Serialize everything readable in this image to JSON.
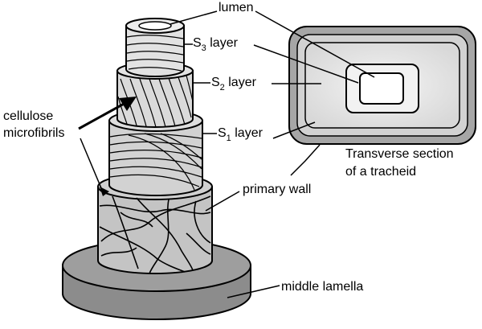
{
  "labels": {
    "lumen": "lumen",
    "s3_main": "S",
    "s3_sub": "3",
    "s3_rest": " layer",
    "s2_main": "S",
    "s2_sub": "2",
    "s2_rest": " layer",
    "s1_main": "S",
    "s1_sub": "1",
    "s1_rest": " layer",
    "cellulose_line1": "cellulose",
    "cellulose_line2": "microfibrils",
    "primary_wall": "primary wall",
    "middle_lamella": "middle lamella",
    "transverse_line1": "Transverse section",
    "transverse_line2": "of a tracheid"
  },
  "colors": {
    "stroke": "#000000",
    "middle_lamella": "#9a9a9a",
    "primary_wall": "#c8c8c8",
    "s1": "#d6d6d6",
    "s2": "#dcdcdc",
    "s3": "#e2e2e2",
    "section_outer": "#a0a0a0",
    "section_inner": "#e6e6e6"
  }
}
